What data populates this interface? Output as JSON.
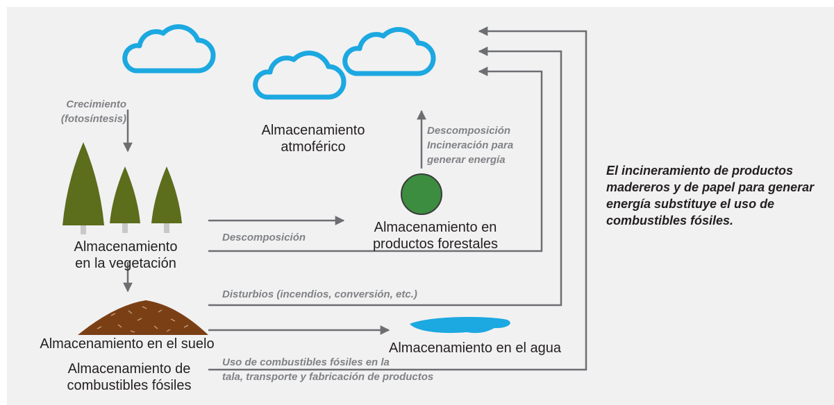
{
  "colors": {
    "background": "#f1f1f2",
    "cloud": "#1ca8e0",
    "tree": "#5c6d1c",
    "trunk": "#c8c8c8",
    "products": "#3c8d3f",
    "soil": "#7b3f16",
    "water": "#1ca8e0",
    "arrow": "#6d6e71",
    "storage_text": "#231f20",
    "process_text": "#808285"
  },
  "icons": {
    "cloud": "cloud-icon",
    "tree": "tree-icon",
    "products": "circle-icon",
    "soil": "soil-mound-icon",
    "water": "water-puddle-icon"
  },
  "storage": {
    "atmosphere": [
      "Almacenamiento",
      "atmoférico"
    ],
    "vegetation": [
      "Almacenamiento",
      "en la vegetación"
    ],
    "forest_products": [
      "Almacenamiento en",
      "productos forestales"
    ],
    "soil": [
      "Almacenamiento en el suelo"
    ],
    "water": [
      "Almacenamiento en el agua"
    ],
    "fossil_fuels": [
      "Almacenamiento de",
      "combustibles fósiles"
    ]
  },
  "processes": {
    "growth": [
      "Crecimiento",
      "(fotosíntesis)"
    ],
    "decomposition_upward": [
      "Descomposición",
      "Incineración para",
      "generar energía"
    ],
    "decomposition": [
      "Descomposición"
    ],
    "disturbances": [
      "Disturbios (incendios, conversión, etc.)"
    ],
    "fossil_use": [
      "Uso de combustibles fósiles en la",
      "tala, transporte y fabricación de productos"
    ]
  },
  "note": [
    "El incineramiento de productos",
    "madereros y de papel para generar",
    "energía substituye el uso de",
    "combustibles fósiles."
  ]
}
